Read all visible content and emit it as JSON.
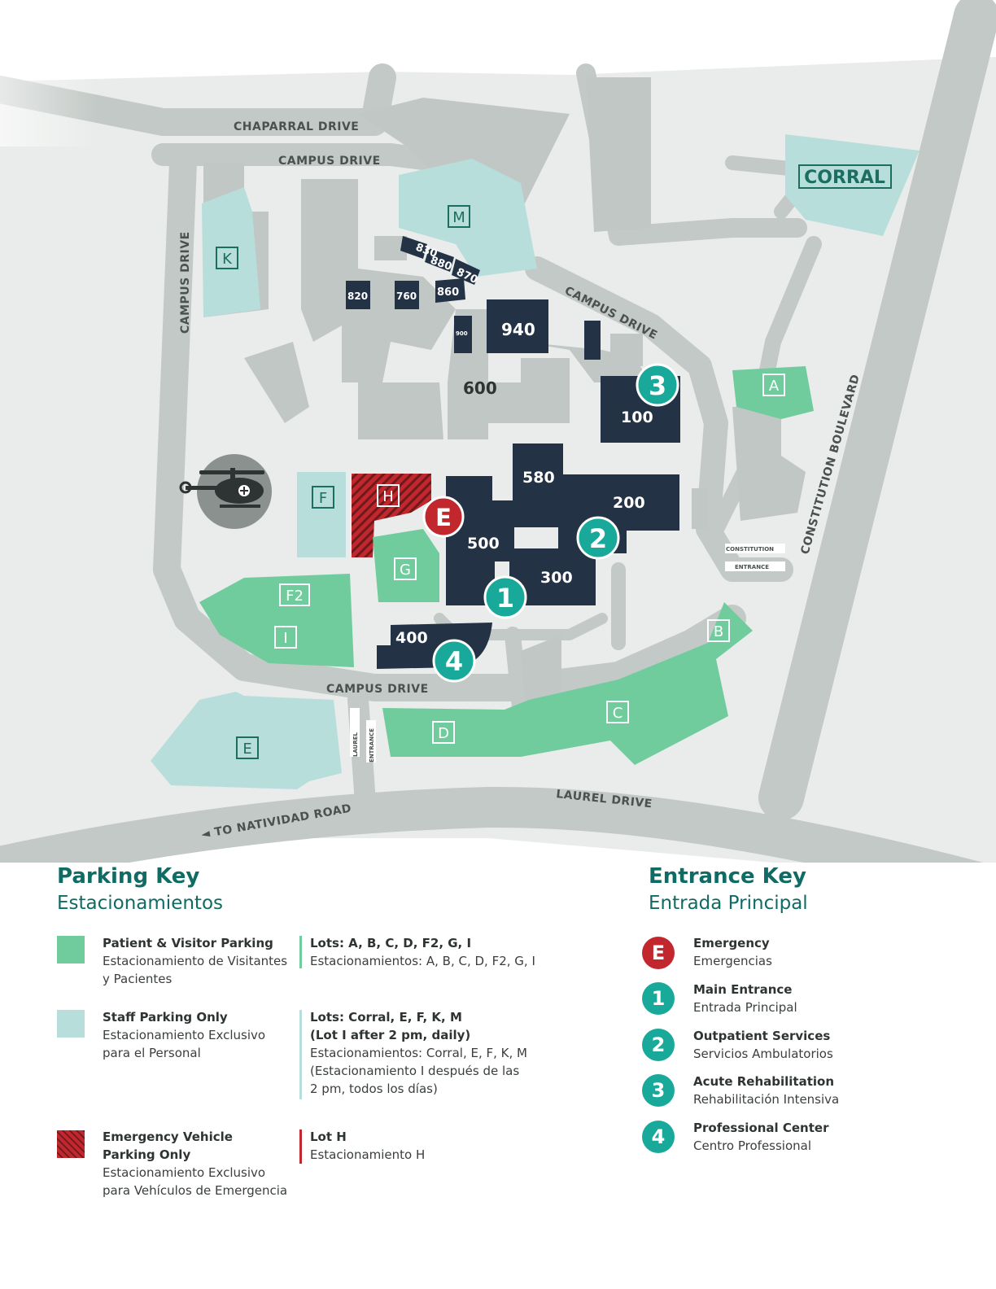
{
  "colors": {
    "road": "#c3c9c6",
    "site": "#e9ecea",
    "building_gray": "#c1c7c4",
    "building_dark": "#243246",
    "patient_parking": "#71cc9d",
    "staff_parking": "#b8dedb",
    "emergency_red": "#c1272d",
    "teal": "#18a99a",
    "brand_text": "#0f6b63"
  },
  "roads": {
    "chaparral_drive": "CHAPARRAL DRIVE",
    "campus_drive_top": "CAMPUS DRIVE",
    "campus_drive_left": "CAMPUS DRIVE",
    "campus_drive_right": "CAMPUS DRIVE",
    "campus_drive_bottom": "CAMPUS DRIVE",
    "constitution_boulevard": "CONSTITUTION BOULEVARD",
    "constitution_entrance_1": "CONSTITUTION",
    "constitution_entrance_2": "ENTRANCE",
    "laurel_entrance_1": "LAUREL",
    "laurel_entrance_2": "ENTRANCE",
    "laurel_drive": "LAUREL DRIVE",
    "to_natividad_road": "◄ TO NATIVIDAD ROAD"
  },
  "buildings": {
    "b830": "830",
    "b880": "880",
    "b870": "870",
    "b860": "860",
    "b820": "820",
    "b760": "760",
    "b900": "900",
    "b940": "940",
    "b600": "600",
    "b100": "100",
    "b580": "580",
    "b200": "200",
    "b500": "500",
    "b300": "300",
    "b400": "400"
  },
  "lots": {
    "corral": "CORRAL",
    "m": "M",
    "k": "K",
    "a": "A",
    "f": "F",
    "h": "H",
    "g": "G",
    "f2": "F2",
    "i": "I",
    "b": "B",
    "c": "C",
    "d": "D",
    "e": "E"
  },
  "entrances": {
    "emergency": "E",
    "one": "1",
    "two": "2",
    "three": "3",
    "four": "4"
  },
  "parking_key": {
    "title": "Parking Key",
    "subtitle": "Estacionamientos",
    "items": [
      {
        "label": "Patient & Visitor Parking",
        "label_es_1": "Estacionamiento de Visitantes",
        "label_es_2": "y Pacientes",
        "lots": "Lots: A, B, C, D, F2, G, I",
        "lots_es": "Estacionamientos: A, B, C, D, F2, G, I"
      },
      {
        "label": "Staff Parking Only",
        "label_es_1": "Estacionamiento Exclusivo",
        "label_es_2": "para el Personal",
        "lots": "Lots: Corral, E, F, K, M",
        "lots_note": "(Lot I after 2 pm, daily)",
        "lots_es": "Estacionamientos: Corral, E, F, K, M",
        "lots_es_note_1": "(Estacionamiento I después de las",
        "lots_es_note_2": "2 pm, todos los días)"
      },
      {
        "label_1": "Emergency Vehicle",
        "label_2": "Parking Only",
        "label_es_1": "Estacionamiento Exclusivo",
        "label_es_2": "para Vehículos de Emergencia",
        "lots": "Lot H",
        "lots_es": "Estacionamiento H"
      }
    ]
  },
  "entrance_key": {
    "title": "Entrance Key",
    "subtitle": "Entrada Principal",
    "items": [
      {
        "badge": "E",
        "label": "Emergency",
        "label_es": "Emergencias"
      },
      {
        "badge": "1",
        "label": "Main Entrance",
        "label_es": "Entrada Principal"
      },
      {
        "badge": "2",
        "label": "Outpatient Services",
        "label_es": "Servicios Ambulatorios"
      },
      {
        "badge": "3",
        "label": "Acute Rehabilitation",
        "label_es": "Rehabilitación Intensiva"
      },
      {
        "badge": "4",
        "label": "Professional Center",
        "label_es": "Centro Professional"
      }
    ]
  }
}
